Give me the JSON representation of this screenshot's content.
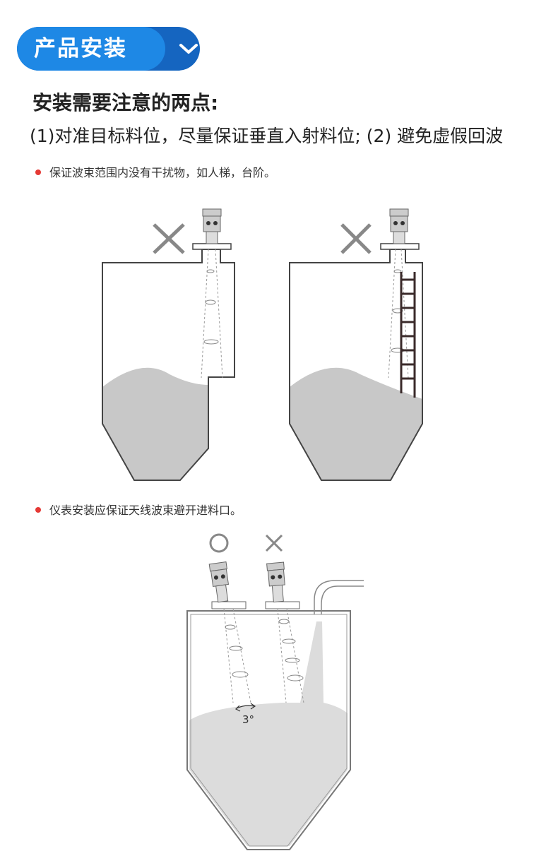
{
  "header": {
    "title": "产品安装",
    "icon": "chevron-down-icon",
    "colors": {
      "primary": "#1e88e5",
      "dark": "#1565c0"
    }
  },
  "section": {
    "heading": "安装需要注意的两点:",
    "subtitle": "(1)对准目标料位，尽量保证垂直入射料位; (2) 避免虚假回波"
  },
  "notes": [
    {
      "text": "保证波束范围内没有干扰物，如人梯，台阶。",
      "bullet_color": "#e53935"
    },
    {
      "text": "仪表安装应保证天线波束避开进料口。",
      "bullet_color": "#e53935"
    }
  ],
  "diagram2": {
    "marks": [
      "○",
      "×"
    ],
    "angle_label": "3°"
  }
}
